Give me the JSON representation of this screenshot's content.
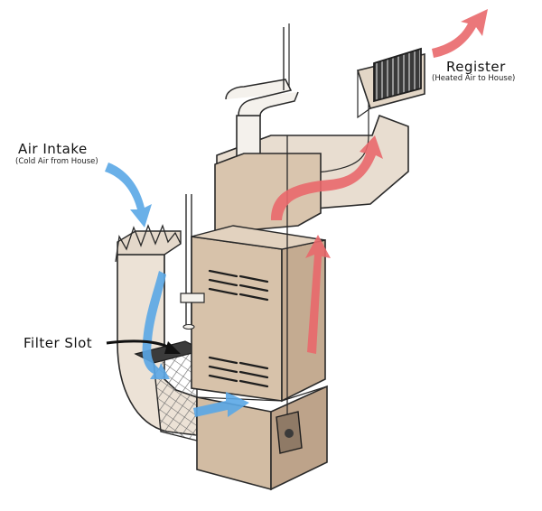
{
  "labels": {
    "air_intake": {
      "title": "Air Intake",
      "subtitle": "(Cold Air from House)"
    },
    "filter_slot": {
      "title": "Filter Slot"
    },
    "register": {
      "title": "Register",
      "subtitle": "(Heated Air to House)"
    }
  },
  "colors": {
    "furnace_body": "#d7c2aa",
    "furnace_shade": "#c4ab91",
    "furnace_dark": "#b39a80",
    "duct": "#e6dacb",
    "outline": "#2a2a2a",
    "cold_air": "#5aa7e6",
    "hot_air": "#e9686b",
    "filter_mesh": "#8a8a8a"
  }
}
